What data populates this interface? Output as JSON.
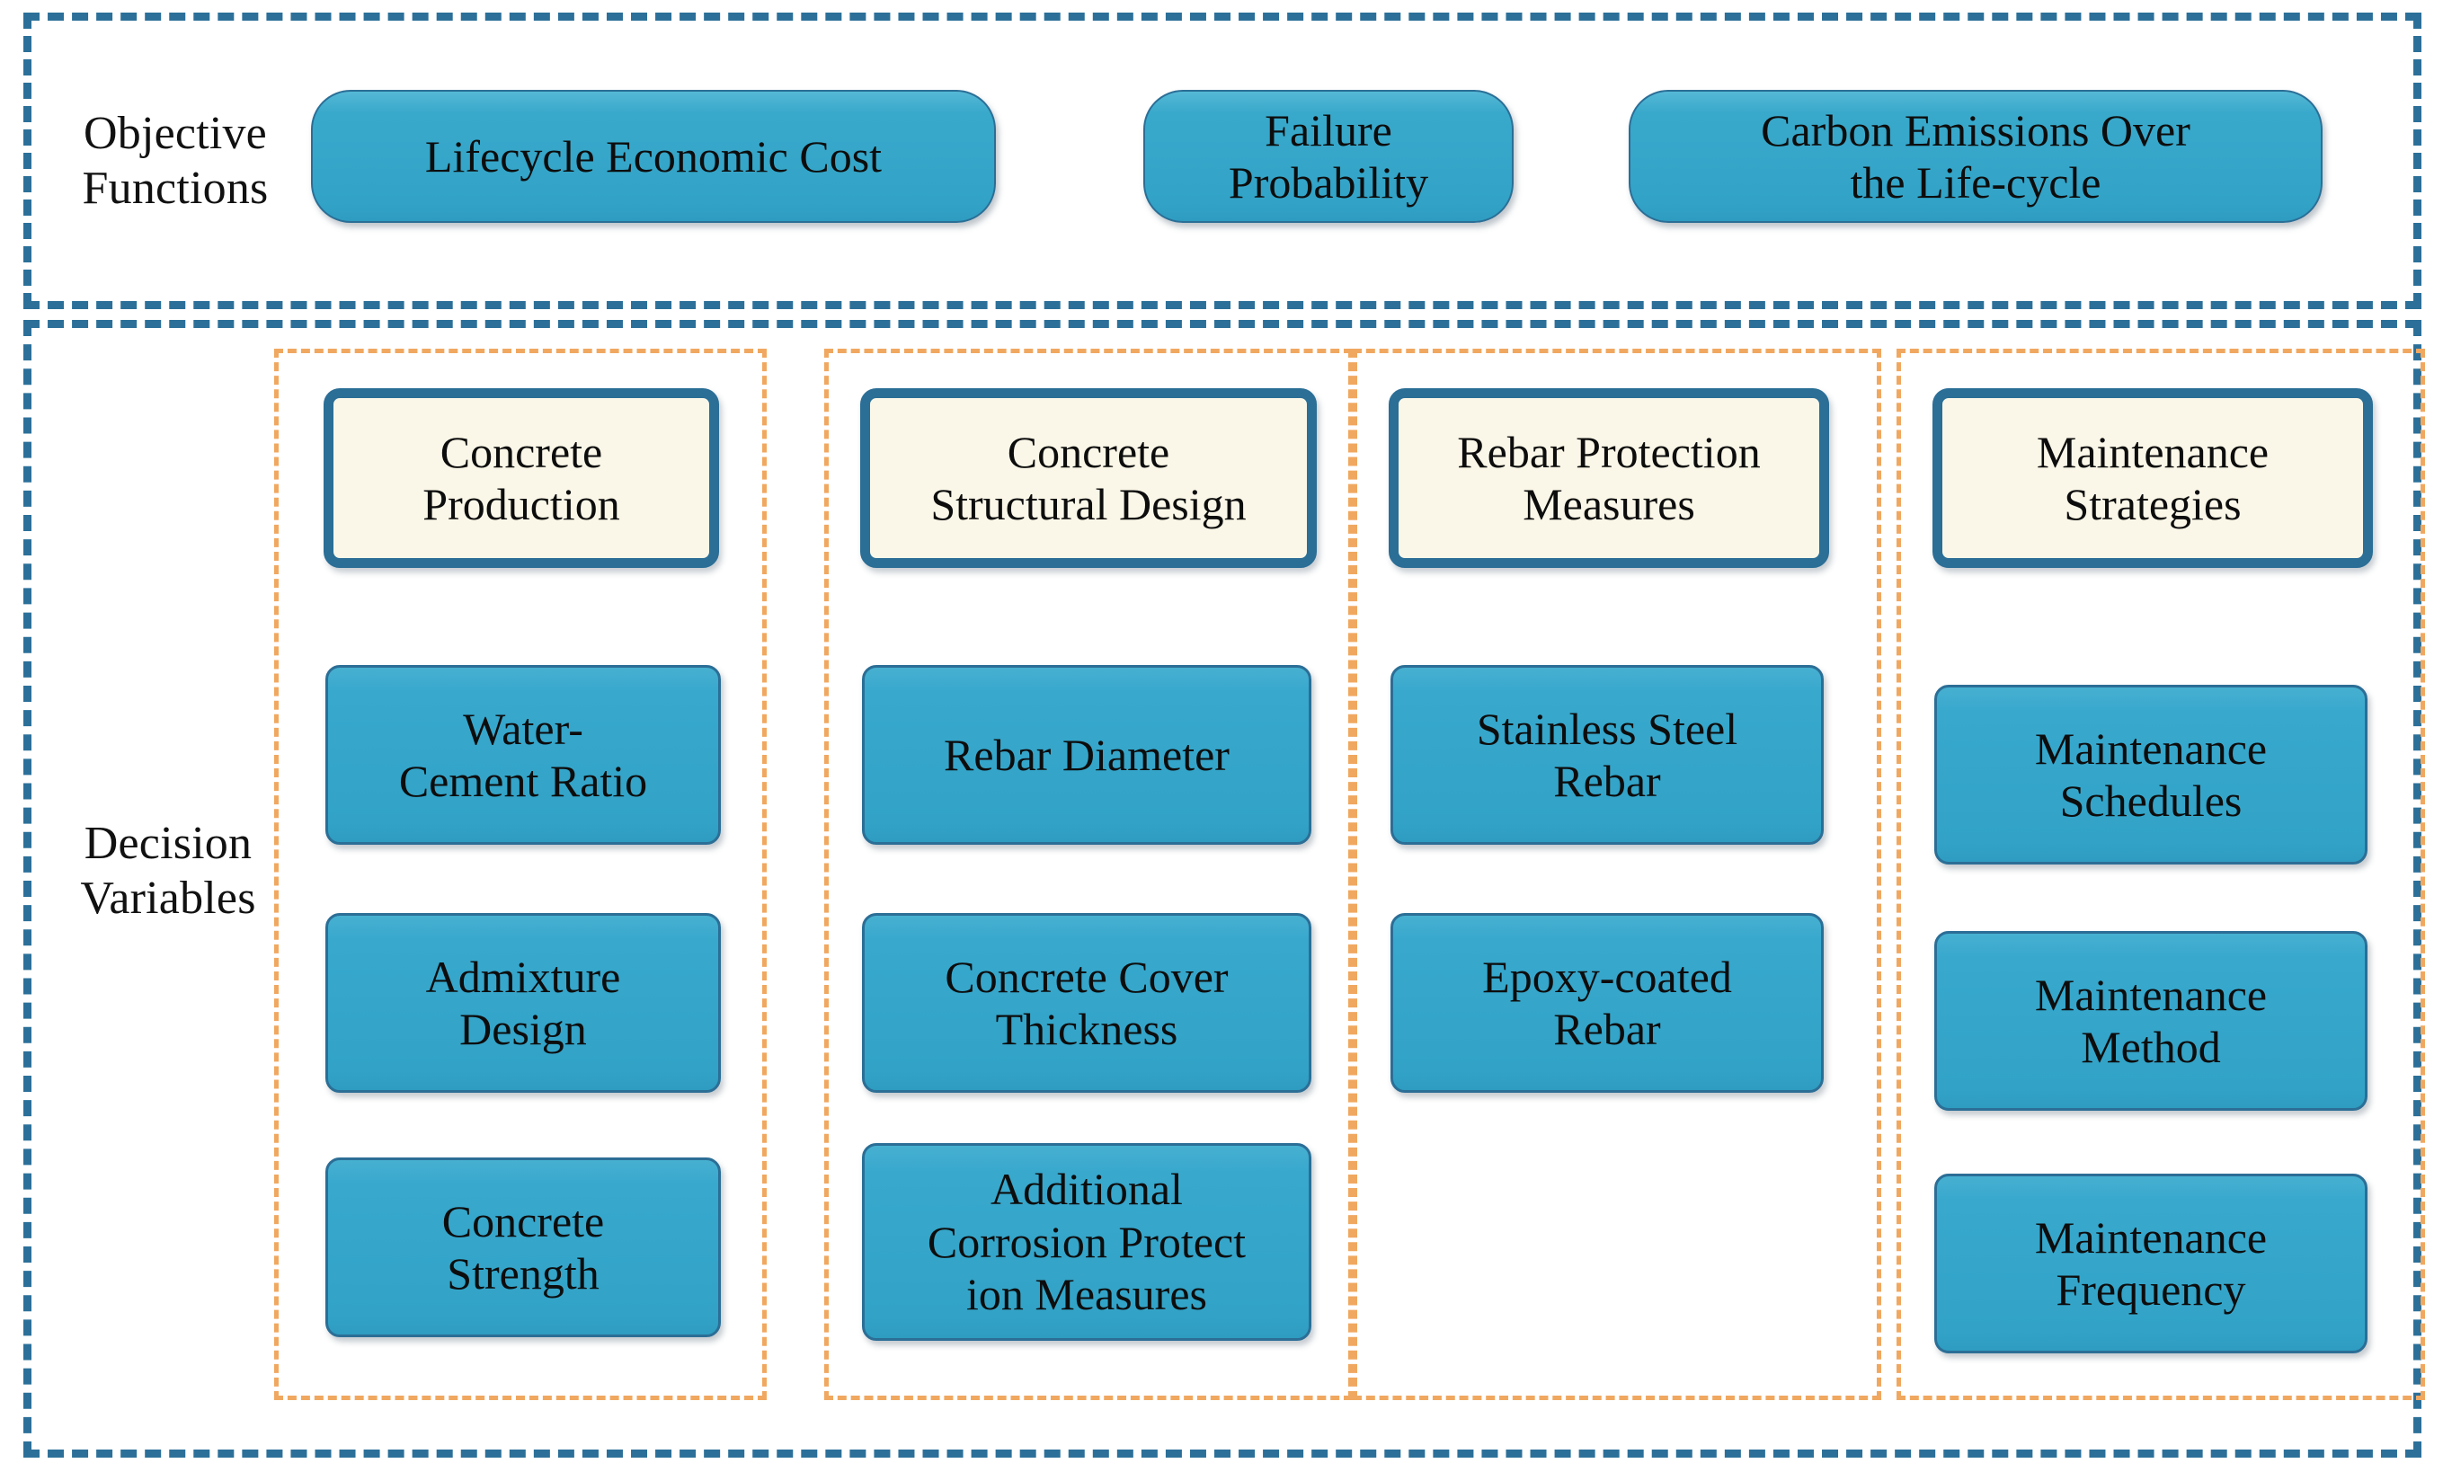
{
  "diagram": {
    "title": "Multi-objective optimization framework for concrete structures",
    "colors": {
      "section_border_blue": "#2C7099",
      "column_border_orange": "#F0A860",
      "box_fill_blue": "#36A9CE",
      "box_border_blue": "#2B6E96",
      "category_fill_cream": "#FAF7E8",
      "text": "#111111",
      "background": "#FFFFFF"
    }
  },
  "objective_section": {
    "label": "Objective\nFunctions",
    "items": [
      {
        "label": "Lifecycle Economic Cost"
      },
      {
        "label": "Failure\nProbability"
      },
      {
        "label": "Carbon Emissions Over\nthe Life-cycle"
      }
    ]
  },
  "decision_section": {
    "label": "Decision\nVariables",
    "columns": [
      {
        "category": "Concrete\nProduction",
        "variables": [
          {
            "label": "Water-\nCement Ratio"
          },
          {
            "label": "Admixture\nDesign"
          },
          {
            "label": "Concrete\nStrength"
          }
        ]
      },
      {
        "category": "Concrete\nStructural Design",
        "variables": [
          {
            "label": "Rebar Diameter"
          },
          {
            "label": "Concrete Cover\nThickness"
          },
          {
            "label": "Additional\nCorrosion Protect\nion Measures"
          }
        ]
      },
      {
        "category": "Rebar Protection\nMeasures",
        "variables": [
          {
            "label": "Stainless Steel\nRebar"
          },
          {
            "label": "Epoxy-coated\nRebar"
          }
        ]
      },
      {
        "category": "Maintenance\nStrategies",
        "variables": [
          {
            "label": "Maintenance\nSchedules"
          },
          {
            "label": "Maintenance\nMethod"
          },
          {
            "label": "Maintenance\nFrequency"
          }
        ]
      }
    ]
  }
}
